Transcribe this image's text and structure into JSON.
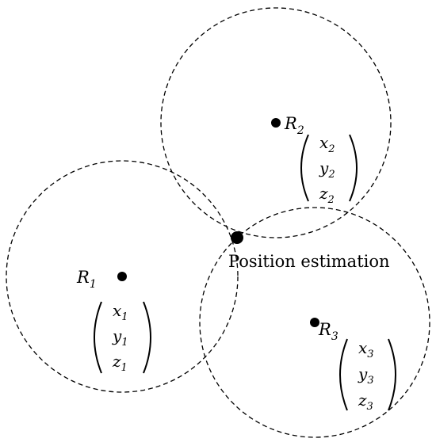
{
  "receivers": [
    {
      "name": "R",
      "sub": "1",
      "coords": [
        {
          "v": "x",
          "s": "1"
        },
        {
          "v": "y",
          "s": "1"
        },
        {
          "v": "z",
          "s": "1"
        }
      ]
    },
    {
      "name": "R",
      "sub": "2",
      "coords": [
        {
          "v": "x",
          "s": "2"
        },
        {
          "v": "y",
          "s": "2"
        },
        {
          "v": "z",
          "s": "2"
        }
      ]
    },
    {
      "name": "R",
      "sub": "3",
      "coords": [
        {
          "v": "x",
          "s": "3"
        },
        {
          "v": "y",
          "s": "3"
        },
        {
          "v": "z",
          "s": "3"
        }
      ]
    }
  ],
  "estimate": {
    "label": "Position estimation"
  },
  "colors": {
    "ink": "#000000",
    "background": "#ffffff"
  }
}
